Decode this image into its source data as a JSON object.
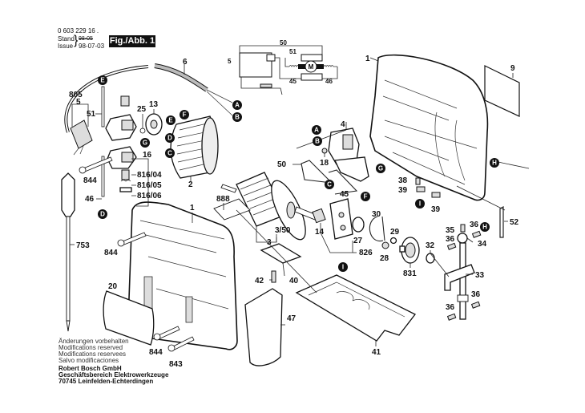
{
  "header": {
    "part_number": "0 603 229 16 .",
    "stand_label": "Stand",
    "issue_label": "Issue",
    "stand_value": "98-05",
    "issue_date": "98-07-03",
    "figure_label": "Fig./Abb. 1"
  },
  "footer": {
    "notices": [
      "Änderungen vorbehalten",
      "Modifications reserved",
      "Modifications reservees",
      "Salvo modificaciones"
    ],
    "company": [
      "Robert Bosch GmbH",
      "Geschäftsbereich Elektrowerkzeuge",
      "70745 Leinfelden-Echterdingen"
    ]
  },
  "wiring_diagram": {
    "labels": {
      "l50": "50",
      "l51": "51",
      "l45": "45",
      "l46": "46",
      "l5": "5",
      "motor": "M"
    }
  },
  "part_labels": {
    "p6": "6",
    "p805": "805",
    "p5": "5",
    "p51": "51",
    "p25": "25",
    "p13": "13",
    "p844a": "844",
    "p16": "16",
    "p816_04": "816/04",
    "p816_05": "816/05",
    "p816_06": "816/06",
    "p46": "46",
    "p2": "2",
    "p888": "888",
    "p1a": "1",
    "p753": "753",
    "p844b": "844",
    "p20": "20",
    "p844c": "844",
    "p843": "843",
    "p4": "4",
    "p18": "18",
    "p50": "50",
    "p45": "45",
    "p3_50": "3/50",
    "p3": "3",
    "p14": "14",
    "p27": "27",
    "p30": "30",
    "p29": "29",
    "p28": "28",
    "p826": "826",
    "p831": "831",
    "p42": "42",
    "p40": "40",
    "p47": "47",
    "p41": "41",
    "p1b": "1",
    "p9": "9",
    "p38": "38",
    "p39a": "39",
    "p39b": "39",
    "p52": "52",
    "p35": "35",
    "p36a": "36",
    "p36b": "36",
    "p34": "34",
    "p32": "32",
    "p33": "33",
    "p36c": "36",
    "p36d": "36"
  },
  "connection_markers": {
    "A1": "A",
    "B1": "B",
    "E1": "E",
    "F1": "F",
    "E2": "E",
    "D1": "D",
    "C1": "C",
    "G1": "G",
    "D2": "D",
    "A2": "A",
    "B2": "B",
    "C2": "C",
    "F2": "F",
    "G2": "G",
    "H1": "H",
    "I1": "I",
    "H2": "H",
    "I2": "I"
  },
  "colors": {
    "ink": "#111111",
    "background": "#ffffff",
    "marker": "#111111"
  }
}
